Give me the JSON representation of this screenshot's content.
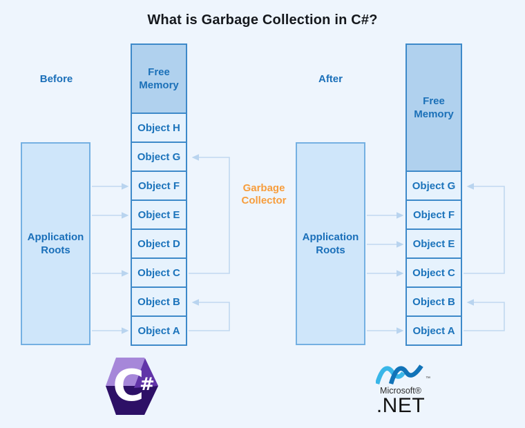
{
  "title": "What is Garbage Collection in C#?",
  "garbage_collector_label": "Garbage Collector",
  "before_section": {
    "label": "Before",
    "roots_label": "Application Roots",
    "free_memory_label": "Free Memory",
    "cells": [
      "Object H",
      "Object G",
      "Object F",
      "Object E",
      "Object D",
      "Object C",
      "Object B",
      "Object A"
    ]
  },
  "after_section": {
    "label": "After",
    "roots_label": "Application Roots",
    "free_memory_label": "Free Memory",
    "cells": [
      "Object G",
      "Object F",
      "Object E",
      "Object C",
      "Object B",
      "Object A"
    ]
  },
  "logos": {
    "csharp_letter": "C",
    "csharp_sharp": "#",
    "dotnet_trademark": "™",
    "dotnet_microsoft": "Microsoft®",
    "dotnet_name": ".NET"
  },
  "colors": {
    "background": "#eef5fd",
    "stack_border": "#3d89c9",
    "cell_fill": "#e6f2fd",
    "free_memory_fill": "#b0d1ee",
    "roots_fill": "#cfe6fa",
    "roots_border": "#74b0e2",
    "label_blue": "#1a6fb9",
    "cell_text_blue": "#1b73bb",
    "collector_orange": "#f79d3c",
    "arrow_blue": "#c0d8f0",
    "csharp_purple_light": "#a687d9",
    "csharp_purple_mid": "#6134a8",
    "csharp_purple_dark": "#2d1066",
    "dotnet_blue_light": "#39b6e8",
    "dotnet_blue_dark": "#1173b8"
  }
}
